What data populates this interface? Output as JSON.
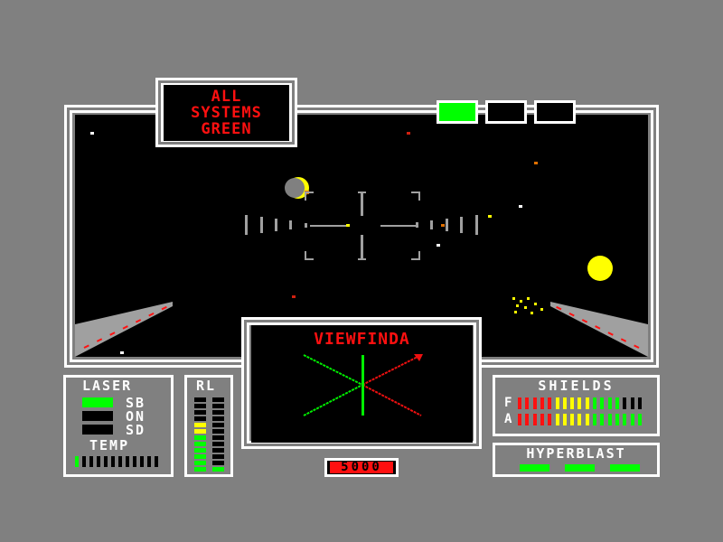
{
  "message": {
    "line1": "ALL",
    "line2": "SYSTEMS",
    "line3": "GREEN"
  },
  "indicators": [
    "on",
    "off",
    "off"
  ],
  "viewfinder": {
    "title": "VIEWFINDA"
  },
  "score": "5000",
  "laser": {
    "title": "LASER",
    "rows": [
      {
        "label": "SB",
        "active": true
      },
      {
        "label": "ON",
        "active": false
      },
      {
        "label": "SD",
        "active": false
      }
    ],
    "temp_label": "TEMP",
    "temp_segments": 12,
    "temp_level": 1
  },
  "rl": {
    "title": "RL",
    "segments": 12,
    "left_level": 8,
    "right_level": 1
  },
  "shields": {
    "title": "SHIELDS",
    "segments": 17,
    "rows": [
      {
        "label": "F",
        "level": 14
      },
      {
        "label": "A",
        "level": 17
      }
    ]
  },
  "hyperblast": {
    "title": "HYPERBLAST",
    "charges": 3
  },
  "colors": {
    "green": "#00ff00",
    "red": "#ff1010",
    "yellow": "#ffff00",
    "gray": "#808080",
    "white": "#ffffff"
  }
}
